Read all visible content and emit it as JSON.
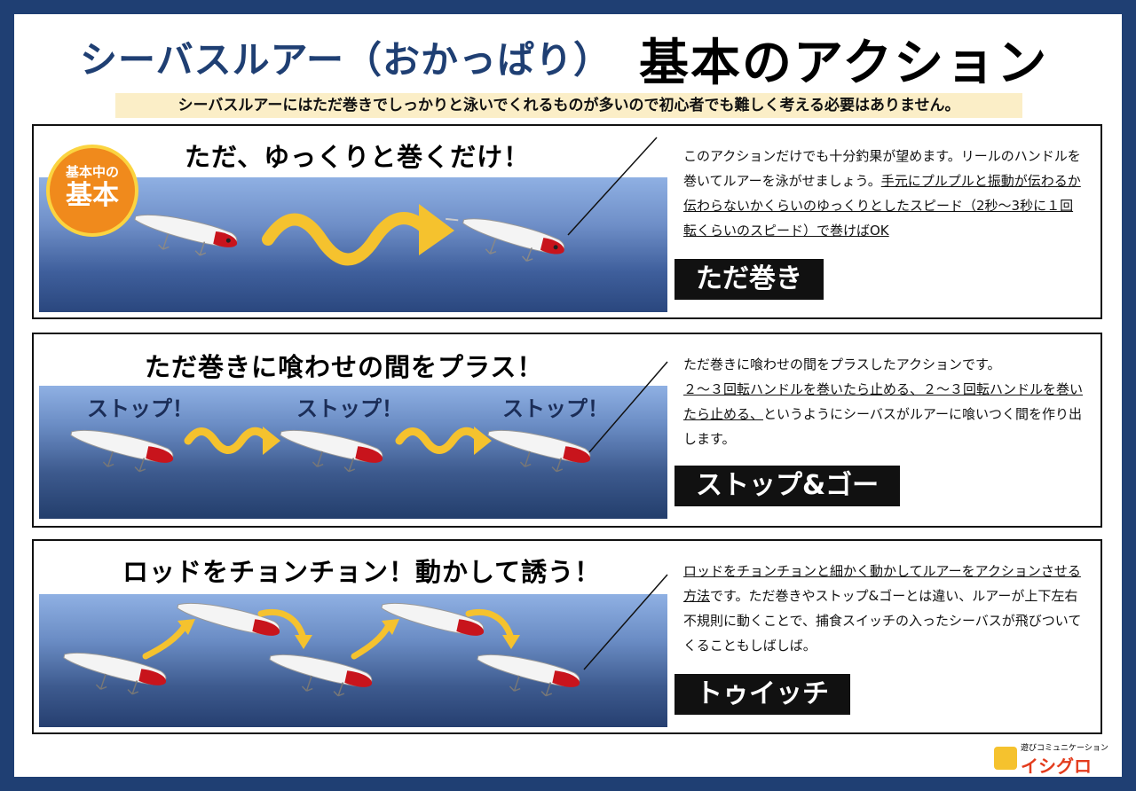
{
  "title": {
    "left": "シーバスルアー（おかっぱり）",
    "right": "基本のアクション"
  },
  "subtitle": "シーバスルアーにはただ巻きでしっかりと泳いでくれるものが多いので初心者でも難しく考える必要はありません。",
  "panel1": {
    "badge_top": "基本中の",
    "badge_bottom": "基本",
    "heading": "ただ、ゆっくりと巻くだけ！",
    "desc_plain": "このアクションだけでも十分釣果が望めます。リールのハンドルを巻いてルアーを泳がせましょう。",
    "desc_underline": "手元にプルプルと振動が伝わるか伝わらないかくらいのゆっくりとしたスピード（2秒〜3秒に１回転くらいのスピード）で巻けばOK",
    "label": "ただ巻き"
  },
  "panel2": {
    "heading": "ただ巻きに喰わせの間をプラス！",
    "stop_label": "ストップ！",
    "desc_plain1": "ただ巻きに喰わせの間をプラスしたアクションです。",
    "desc_underline": "２〜３回転ハンドルを巻いたら止める、２〜３回転ハンドルを巻いたら止める、",
    "desc_plain2": "というようにシーバスがルアーに喰いつく間を作り出します。",
    "label": "ストップ&ゴー"
  },
  "panel3": {
    "heading": "ロッドをチョンチョン！動かして誘う！",
    "desc_underline": "ロッドをチョンチョンと細かく動かしてルアーをアクションさせる方法",
    "desc_plain": "です。ただ巻きやストップ&ゴーとは違い、ルアーが上下左右不規則に動くことで、捕食スイッチの入ったシーバスが飛びついてくることもしばしば。",
    "label": "トゥイッチ"
  },
  "logo": {
    "tagline": "遊びコミュニケーション",
    "name": "イシグロ"
  },
  "colors": {
    "frame": "#1f3f73",
    "title_blue": "#1f3f73",
    "subtitle_bg": "#fbeec7",
    "arrow_yellow": "#f5c22e",
    "badge_orange": "#f08a1c",
    "lure_red": "#c8141c"
  }
}
